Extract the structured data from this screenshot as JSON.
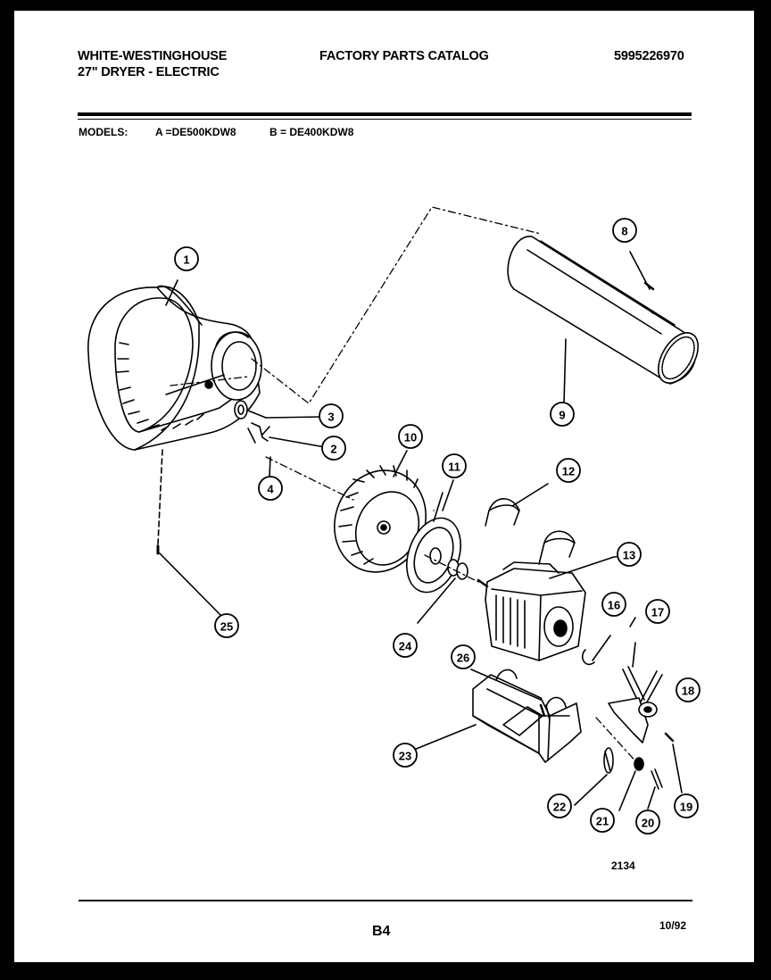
{
  "header": {
    "brand_line1": "WHITE-WESTINGHOUSE",
    "brand_line2": "27\" DRYER - ELECTRIC",
    "catalog_title": "FACTORY PARTS CATALOG",
    "catalog_number": "5995226970"
  },
  "models": {
    "label": "MODELS:",
    "model_a": "A =DE500KDW8",
    "model_b": "B = DE400KDW8"
  },
  "callouts": [
    "1",
    "2",
    "3",
    "4",
    "8",
    "9",
    "10",
    "11",
    "12",
    "13",
    "16",
    "17",
    "18",
    "19",
    "20",
    "21",
    "22",
    "23",
    "24",
    "25",
    "26"
  ],
  "footer": {
    "drawing_number": "2134",
    "page_code": "B4",
    "date": "10/92"
  }
}
